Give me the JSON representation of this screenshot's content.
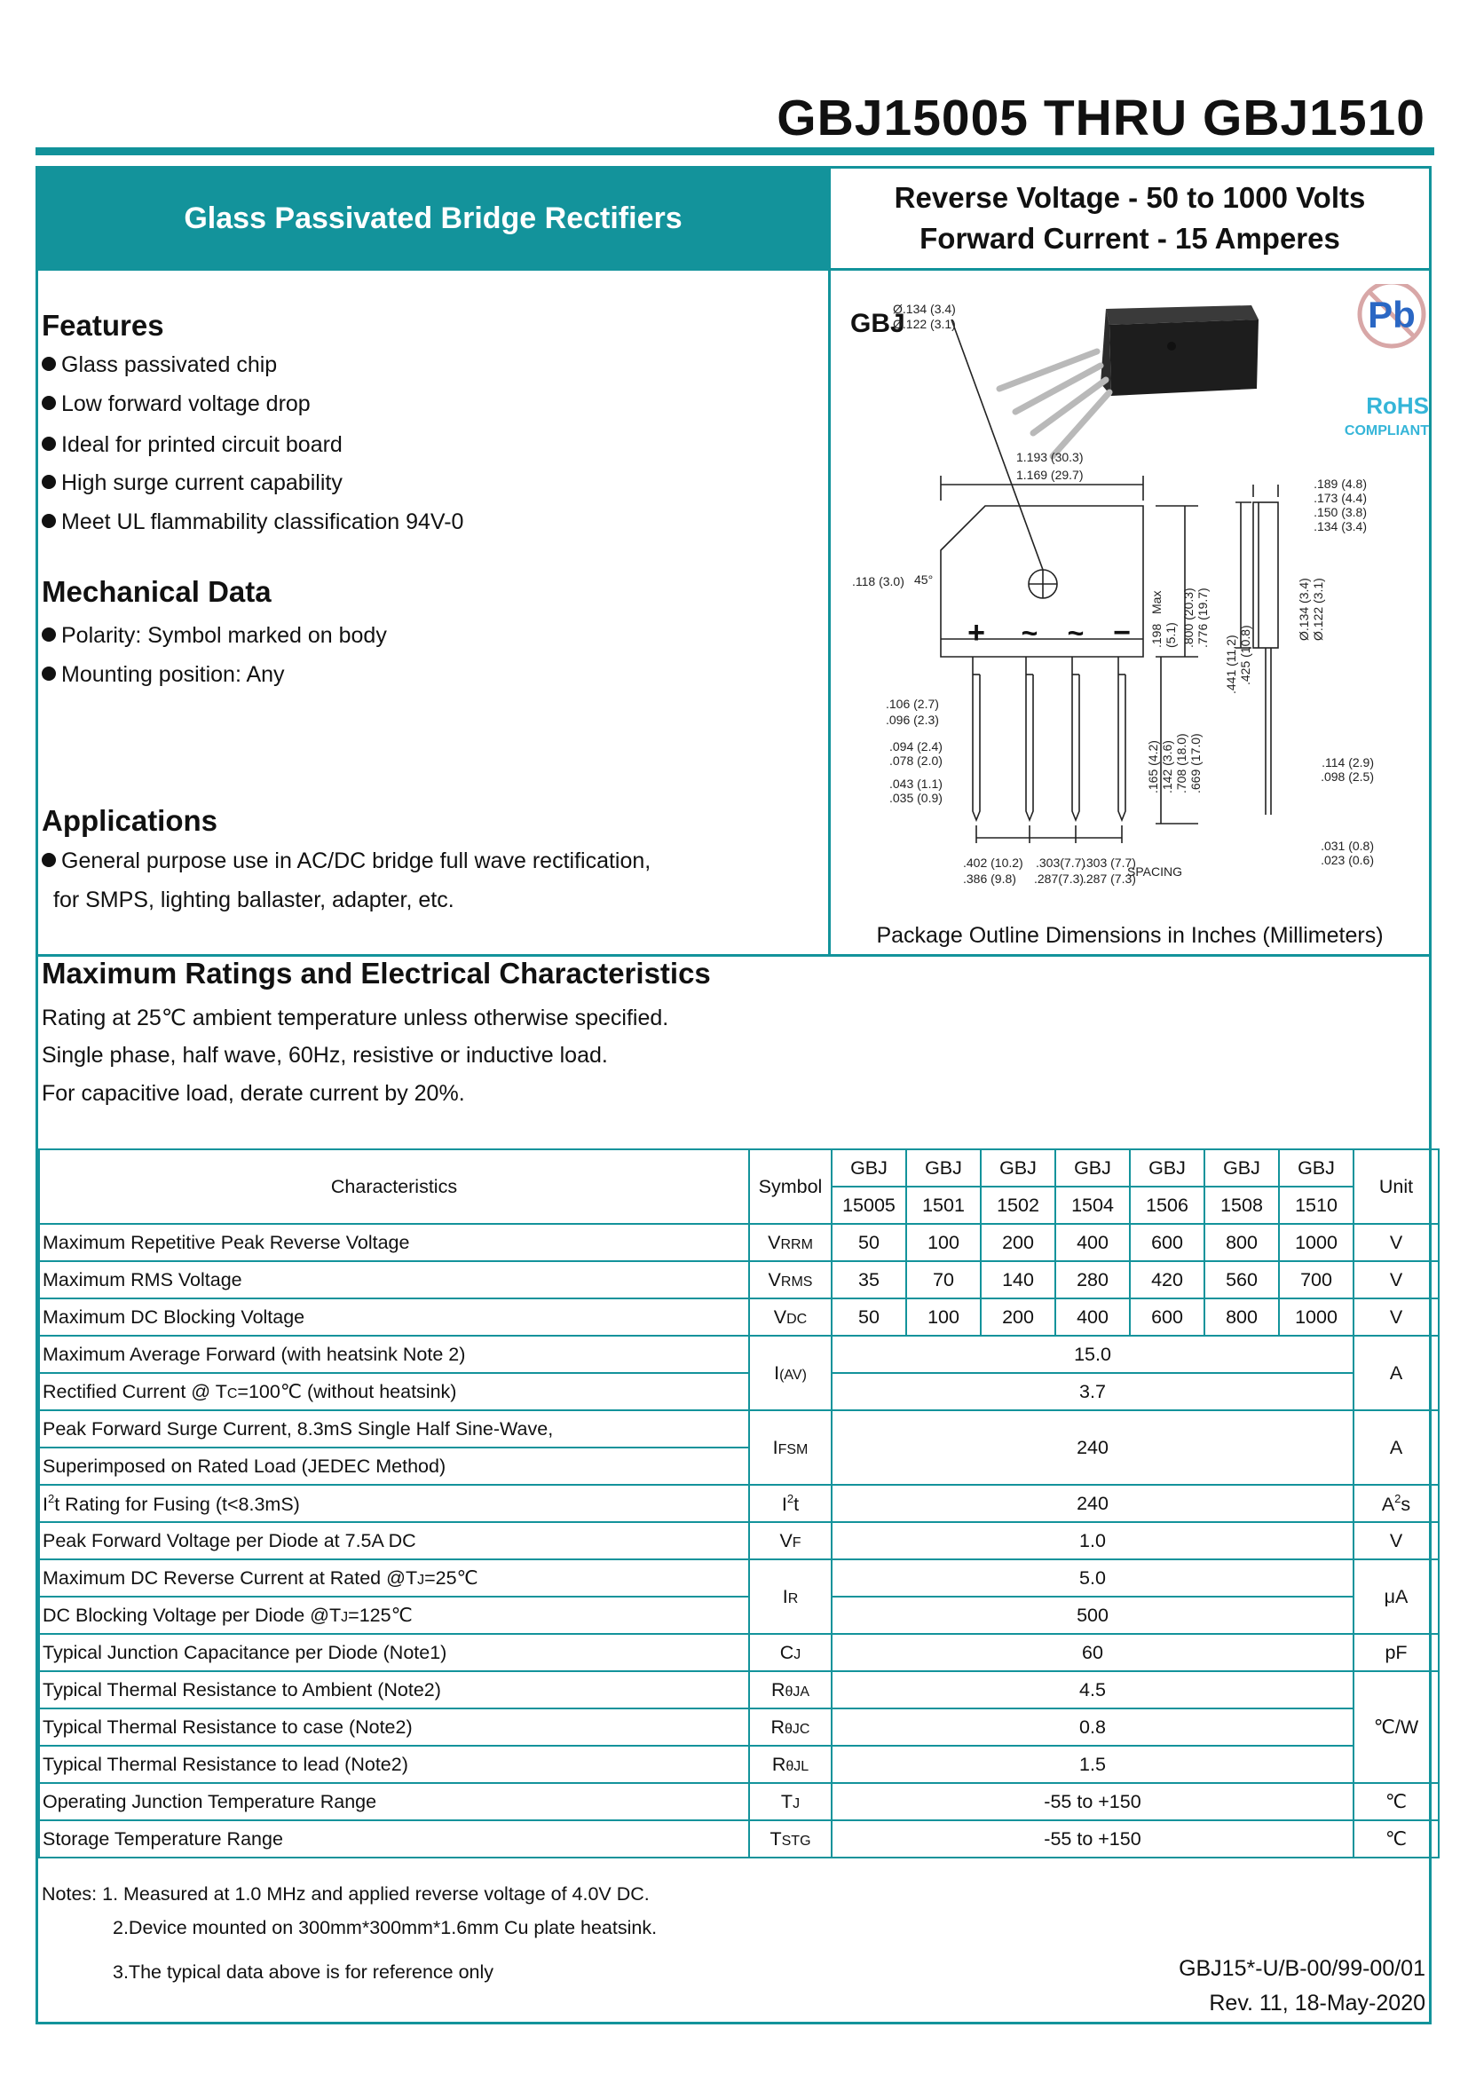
{
  "header": {
    "title": "GBJ15005 THRU GBJ1510"
  },
  "banner": {
    "label": "Glass Passivated Bridge Rectifiers"
  },
  "specs": {
    "reverse_voltage": "Reverse Voltage  -  50 to 1000 Volts",
    "forward_current": "Forward Current -  15 Amperes"
  },
  "features": {
    "title": "Features",
    "items": [
      "Glass passivated chip",
      "Low forward voltage drop",
      "Ideal for printed circuit board",
      "High surge current capability",
      "Meet UL flammability classification 94V-0"
    ]
  },
  "mechanical": {
    "title": "Mechanical Data",
    "items": [
      "Polarity: Symbol marked on body",
      "Mounting position: Any"
    ]
  },
  "applications": {
    "title": "Applications",
    "line1": "General purpose use in AC/DC bridge full wave rectification,",
    "line2": "for SMPS, lighting ballaster, adapter, etc."
  },
  "package": {
    "name": "GBJ",
    "caption": "Package Outline Dimensions in Inches (Millimeters)",
    "rohs": "RoHS",
    "compliant": "COMPLIANT",
    "pb": "Pb",
    "dims": {
      "d1": "Ø.134 (3.4)",
      "d2": "Ø.122 (3.1)",
      "w1": "1.193 (30.3)",
      "w2": "1.169 (29.7)",
      "c1": ".118 (3.0)",
      "c2": "45°",
      "h1": ".198",
      "h1b": "Max",
      "h1c": "(5.1)",
      "h2": ".800 (20.3)",
      "h3": ".776 (19.7)",
      "h4": ".441 (11.2)",
      "h5": ".425 (10.8)",
      "t1": ".189 (4.8)",
      "t2": ".173 (4.4)",
      "t3": ".150 (3.8)",
      "t4": ".134 (3.4)",
      "s1": "Ø.134 (3.4)",
      "s2": "Ø.122 (3.1)",
      "l1": ".106 (2.7)",
      "l2": ".096 (2.3)",
      "l3": ".094 (2.4)",
      "l4": ".078 (2.0)",
      "l5": ".043 (1.1)",
      "l6": ".035 (0.9)",
      "v1": ".165 (4.2)",
      "v2": ".142 (3.6)",
      "v3": ".708 (18.0)",
      "v4": ".669 (17.0)",
      "r1": ".114 (2.9)",
      "r2": ".098 (2.5)",
      "r3": ".031 (0.8)",
      "r4": ".023 (0.6)",
      "b1": ".402 (10.2)",
      "b2": ".303(7.7)",
      "b3": ".303 (7.7)",
      "b4": ".386 (9.8)",
      "b5": ".287(7.3)",
      "b6": ".287 (7.3)",
      "spacing": "SPACING",
      "plus": "+",
      "tilde": "~",
      "minus": "−"
    }
  },
  "ratings": {
    "title": "Maximum Ratings and Electrical Characteristics",
    "cond1": "Rating at 25℃ ambient temperature unless otherwise specified.",
    "cond2": "Single phase, half wave, 60Hz, resistive or inductive load.",
    "cond3": "For capacitive load, derate current by 20%."
  },
  "table": {
    "h_char": "Characteristics",
    "h_sym": "Symbol",
    "h_unit": "Unit",
    "h_top": [
      "GBJ",
      "GBJ",
      "GBJ",
      "GBJ",
      "GBJ",
      "GBJ",
      "GBJ"
    ],
    "h_parts": [
      "15005",
      "1501",
      "1502",
      "1504",
      "1506",
      "1508",
      "1510"
    ],
    "vrrm": {
      "label": "Maximum Repetitive Peak Reverse Voltage",
      "sym": "V",
      "sub": "RRM",
      "vals": [
        "50",
        "100",
        "200",
        "400",
        "600",
        "800",
        "1000"
      ],
      "unit": "V"
    },
    "vrms": {
      "label": "Maximum RMS Voltage",
      "sym": "V",
      "sub": "RMS",
      "vals": [
        "35",
        "70",
        "140",
        "280",
        "420",
        "560",
        "700"
      ],
      "unit": "V"
    },
    "vdc": {
      "label": "Maximum DC Blocking Voltage",
      "sym": "V",
      "sub": "DC",
      "vals": [
        "50",
        "100",
        "200",
        "400",
        "600",
        "800",
        "1000"
      ],
      "unit": "V"
    },
    "iav": {
      "label1": "Maximum Average Forward  (with heatsink Note 2)",
      "label2a": "Rectified Current  @ T",
      "label2sub": "C",
      "label2b": "=100℃   (without heatsink)",
      "sym": "I",
      "sub": "(AV)",
      "val1": "15.0",
      "val2": "3.7",
      "unit": "A"
    },
    "ifsm": {
      "label1": "Peak Forward Surge Current, 8.3mS Single Half Sine-Wave,",
      "label2": "Superimposed on Rated Load (JEDEC Method)",
      "sym": "I",
      "sub": "FSM",
      "val": "240",
      "unit": "A"
    },
    "i2t": {
      "label_a": "I",
      "label_sup": "2",
      "label_b": "t Rating for Fusing (t<8.3mS)",
      "sym": "I",
      "sym_sup": "2",
      "sym_b": "t",
      "val": "240",
      "unit": "A",
      "unit_sup": "2",
      "unit_b": "s"
    },
    "vf": {
      "label": "Peak Forward Voltage per Diode at 7.5A DC",
      "sym": "V",
      "sub": "F",
      "val": "1.0",
      "unit": "V"
    },
    "ir": {
      "label1a": "Maximum DC Reverse Current at Rated @T",
      "label1sub": "J",
      "label1b": "=25℃",
      "label2a": "DC Blocking Voltage per Diode @T",
      "label2sub": "J",
      "label2b": "=125℃",
      "sym": "I",
      "sub": "R",
      "val1": "5.0",
      "val2": "500",
      "unit": "μA"
    },
    "cj": {
      "label": "Typical Junction  Capacitance  per Diode (Note1)",
      "sym": "C",
      "sub": "J",
      "val": "60",
      "unit": "pF"
    },
    "rja": {
      "label": "Typical Thermal Resistance to  Ambient (Note2)",
      "sym": "R",
      "sub": "θJA",
      "val": "4.5"
    },
    "rjc": {
      "label": "Typical Thermal Resistance to case (Note2)",
      "sym": "R",
      "sub": "θJC",
      "val": "0.8"
    },
    "rjl": {
      "label": "Typical Thermal Resistance to lead (Note2)",
      "sym": "R",
      "sub": "θJL",
      "val": "1.5"
    },
    "r_unit": "℃/W",
    "tj": {
      "label": "Operating Junction Temperature Range",
      "sym": "T",
      "sub": "J",
      "val": "-55 to +150",
      "unit": "℃"
    },
    "tstg": {
      "label": "Storage Temperature Range",
      "sym": "T",
      "sub": "STG",
      "val": "-55 to +150",
      "unit": "℃"
    }
  },
  "notes": {
    "n1": "Notes: 1. Measured at 1.0 MHz and applied reverse voltage of 4.0V DC.",
    "n2": "2.Device mounted on 300mm*300mm*1.6mm Cu plate heatsink.",
    "n3": "3.The typical data above is for reference only"
  },
  "footer": {
    "doc_code": "GBJ15*-U/B-00/99-00/01",
    "revision": "Rev. 11, 18-May-2020"
  },
  "colors": {
    "accent": "#13939b"
  }
}
